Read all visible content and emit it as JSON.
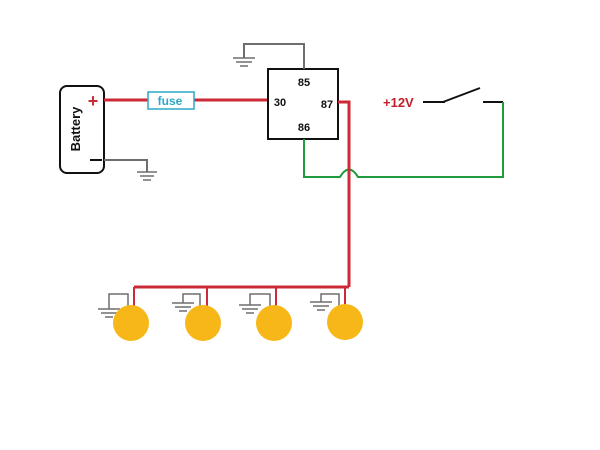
{
  "battery": {
    "label": "Battery",
    "positive_symbol": "+"
  },
  "fuse": {
    "label": "fuse"
  },
  "relay": {
    "pins": {
      "p85": "85",
      "p30": "30",
      "p87": "87",
      "p86": "86"
    }
  },
  "switch": {
    "supply_label": "+12V"
  },
  "lamps": [
    "lamp",
    "lamp",
    "lamp",
    "lamp"
  ],
  "colors": {
    "power_wire": "#cc2a36",
    "control_wire": "#1f9a3e",
    "ground_wire": "#6e6e6e",
    "fuse_border": "#2aa9c9",
    "fuse_text": "#2aa9c9",
    "lamp_fill": "#f7b718",
    "supply_text": "#c0202a",
    "outline": "#111111"
  }
}
